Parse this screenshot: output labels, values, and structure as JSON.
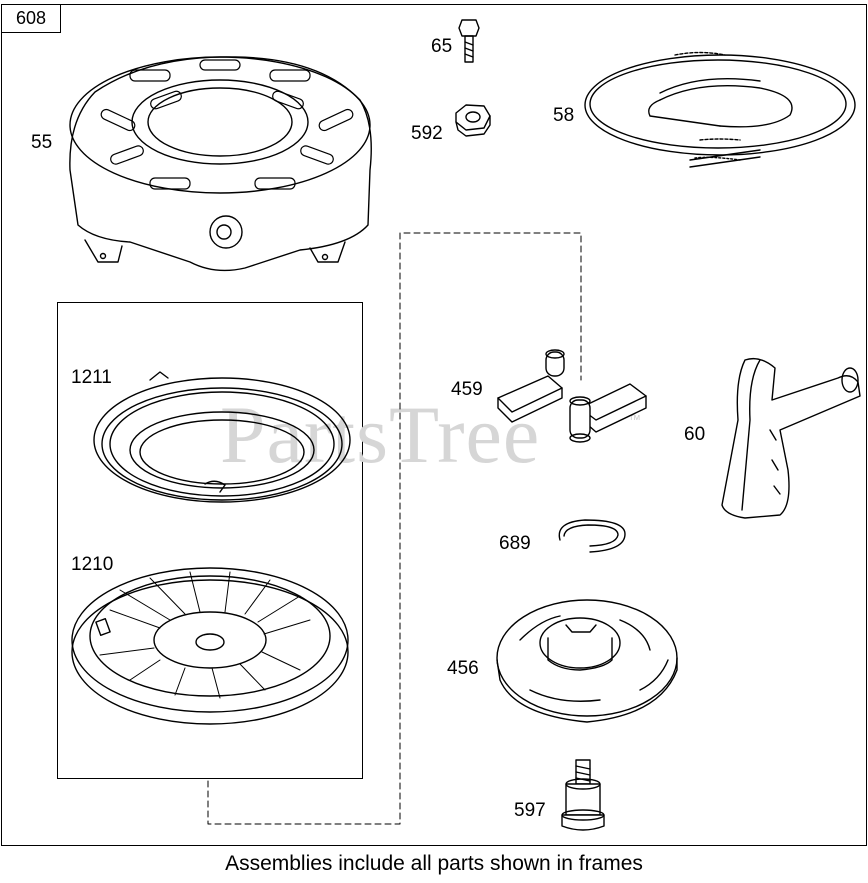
{
  "diagram": {
    "reference_number": "608",
    "watermark": "PartsTree",
    "watermark_mark": "™",
    "footnote": "Assemblies include all parts shown in frames",
    "parts": [
      {
        "id": "55",
        "label": "55",
        "name": "blower-housing"
      },
      {
        "id": "65",
        "label": "65",
        "name": "screw"
      },
      {
        "id": "592",
        "label": "592",
        "name": "nut"
      },
      {
        "id": "58",
        "label": "58",
        "name": "starter-rope"
      },
      {
        "id": "1211",
        "label": "1211",
        "name": "rewind-spring"
      },
      {
        "id": "1210",
        "label": "1210",
        "name": "pulley"
      },
      {
        "id": "459",
        "label": "459",
        "name": "dog-pawl"
      },
      {
        "id": "60",
        "label": "60",
        "name": "starter-handle"
      },
      {
        "id": "689",
        "label": "689",
        "name": "retainer-ring"
      },
      {
        "id": "456",
        "label": "456",
        "name": "starter-cup-retainer"
      },
      {
        "id": "597",
        "label": "597",
        "name": "shoulder-screw"
      }
    ]
  }
}
